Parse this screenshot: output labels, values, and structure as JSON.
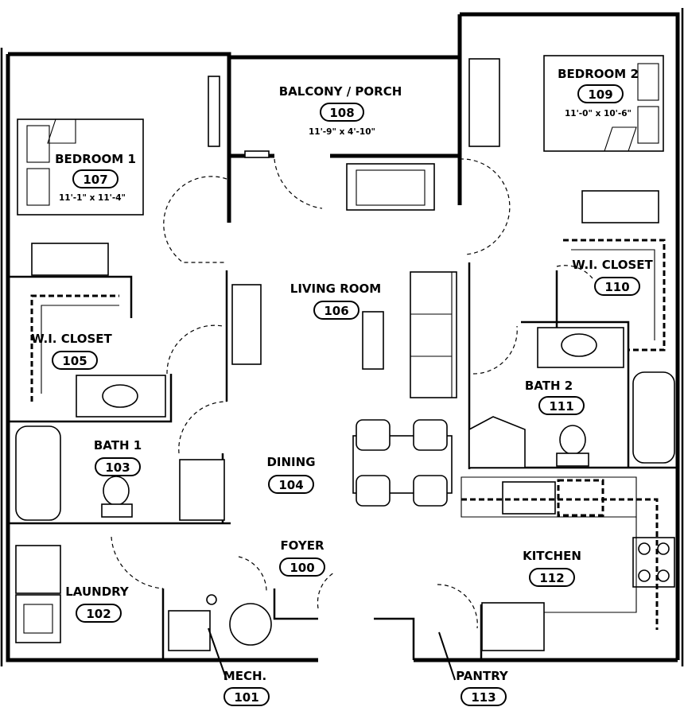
{
  "rooms": {
    "balcony": {
      "name": "BALCONY / PORCH",
      "number": "108",
      "size": "11'-9\" x 4'-10\""
    },
    "bedroom1": {
      "name": "BEDROOM 1",
      "number": "107",
      "size": "11'-1\" x 11'-4\""
    },
    "bedroom2": {
      "name": "BEDROOM 2",
      "number": "109",
      "size": "11'-0\" x 10'-6\""
    },
    "closet1": {
      "name": "W.I. CLOSET",
      "number": "105"
    },
    "closet2": {
      "name": "W.I. CLOSET",
      "number": "110"
    },
    "living": {
      "name": "LIVING ROOM",
      "number": "106"
    },
    "bath1": {
      "name": "BATH 1",
      "number": "103"
    },
    "bath2": {
      "name": "BATH 2",
      "number": "111"
    },
    "dining": {
      "name": "DINING",
      "number": "104"
    },
    "foyer": {
      "name": "FOYER",
      "number": "100"
    },
    "kitchen": {
      "name": "KITCHEN",
      "number": "112"
    },
    "laundry": {
      "name": "LAUNDRY",
      "number": "102"
    },
    "mech": {
      "name": "MECH.",
      "number": "101"
    },
    "pantry": {
      "name": "PANTRY",
      "number": "113"
    }
  }
}
